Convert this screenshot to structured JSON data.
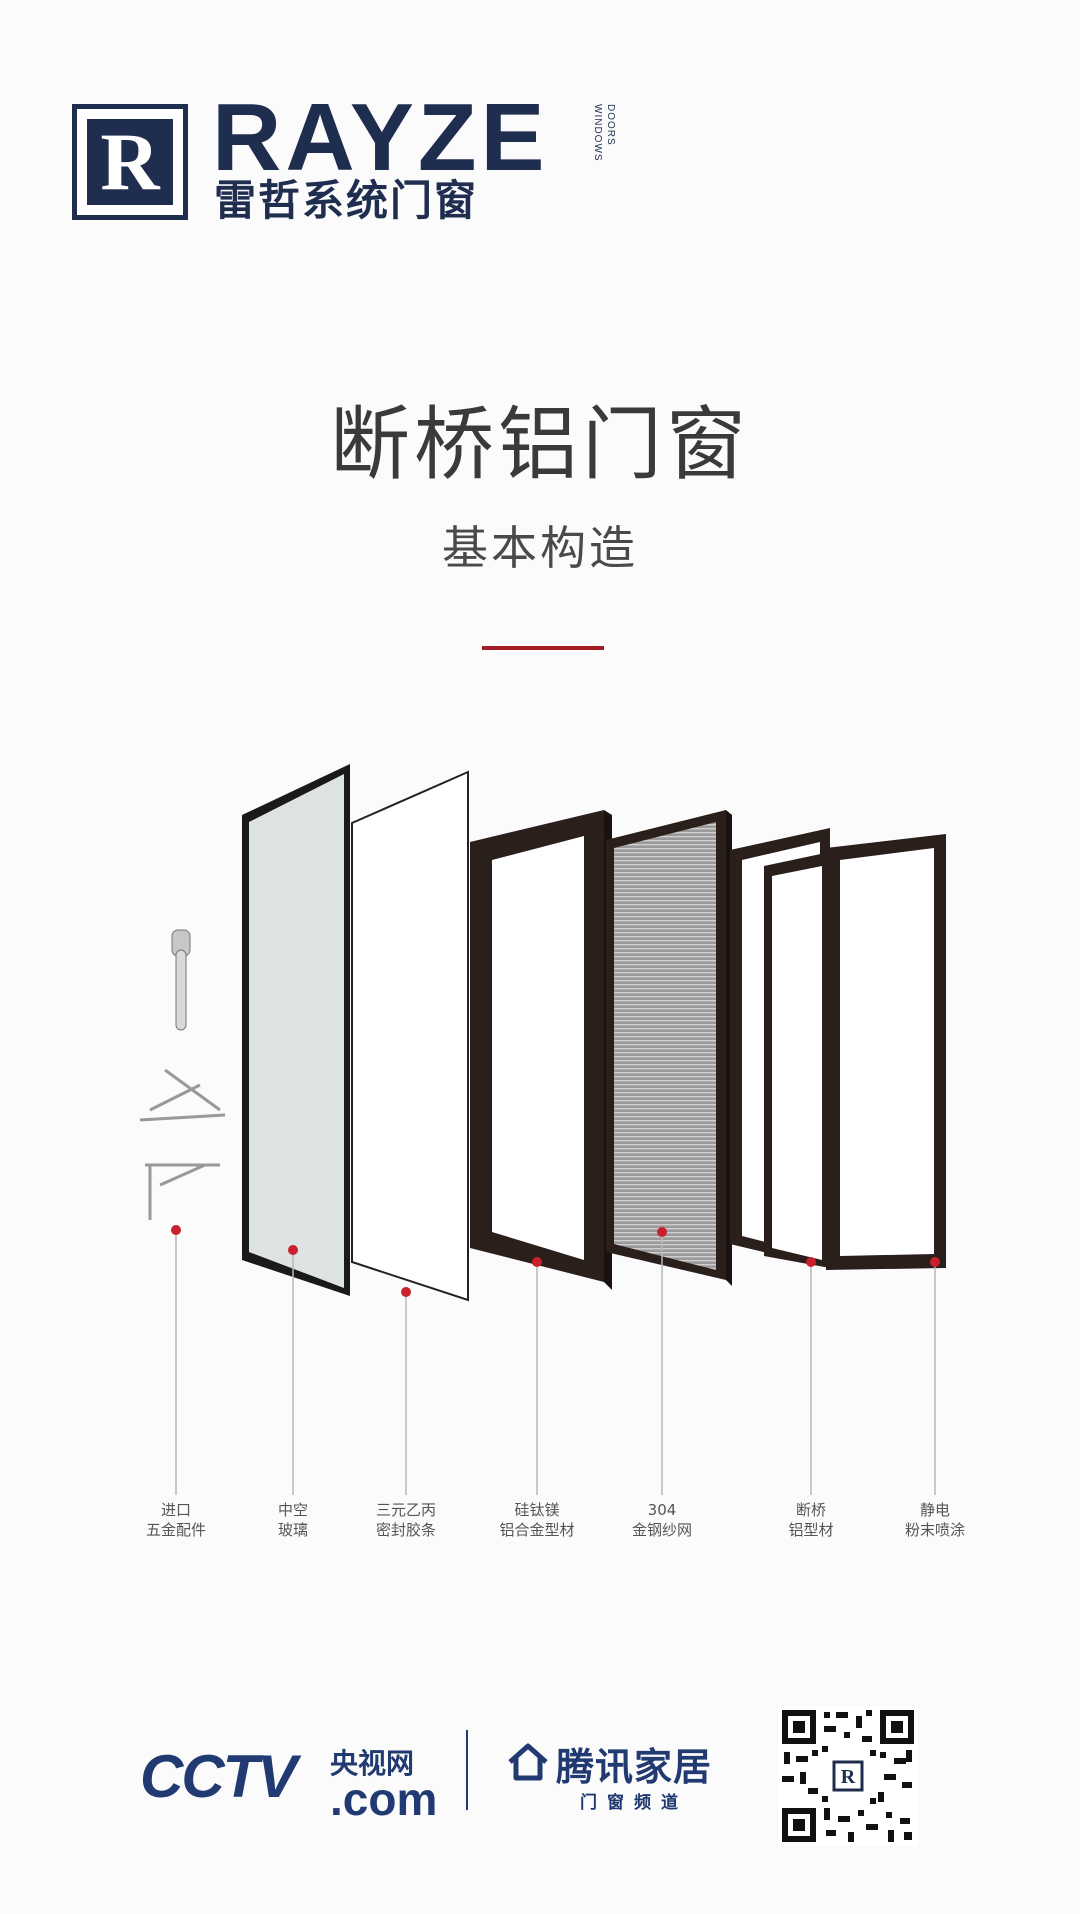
{
  "brand": {
    "logo_letter": "R",
    "name_en": "RAYZE",
    "name_cn": "雷哲系统门窗",
    "side_text_1": "WINDOWS",
    "side_text_2": "DOORS"
  },
  "title": "断桥铝门窗",
  "subtitle": "基本构造",
  "colors": {
    "brand_navy": "#1f2d4f",
    "accent_red": "#a31d23",
    "frame_dark": "#2b1f1c",
    "glass": "#dde3e3"
  },
  "components": [
    {
      "line1": "进口",
      "line2": "五金配件"
    },
    {
      "line1": "中空",
      "line2": "玻璃"
    },
    {
      "line1": "三元乙丙",
      "line2": "密封胶条"
    },
    {
      "line1": "硅钛镁",
      "line2": "铝合金型材"
    },
    {
      "line1": "304",
      "line2": "金钢纱网"
    },
    {
      "line1": "断桥",
      "line2": "铝型材"
    },
    {
      "line1": "静电",
      "line2": "粉末喷涂"
    }
  ],
  "footer": {
    "cctv_logo": "CCTV",
    "cctv_cn": "央视网",
    "cctv_com": ".com",
    "tencent_name": "腾讯家居",
    "tencent_sub": "门窗频道",
    "qr_center_letter": "R"
  }
}
